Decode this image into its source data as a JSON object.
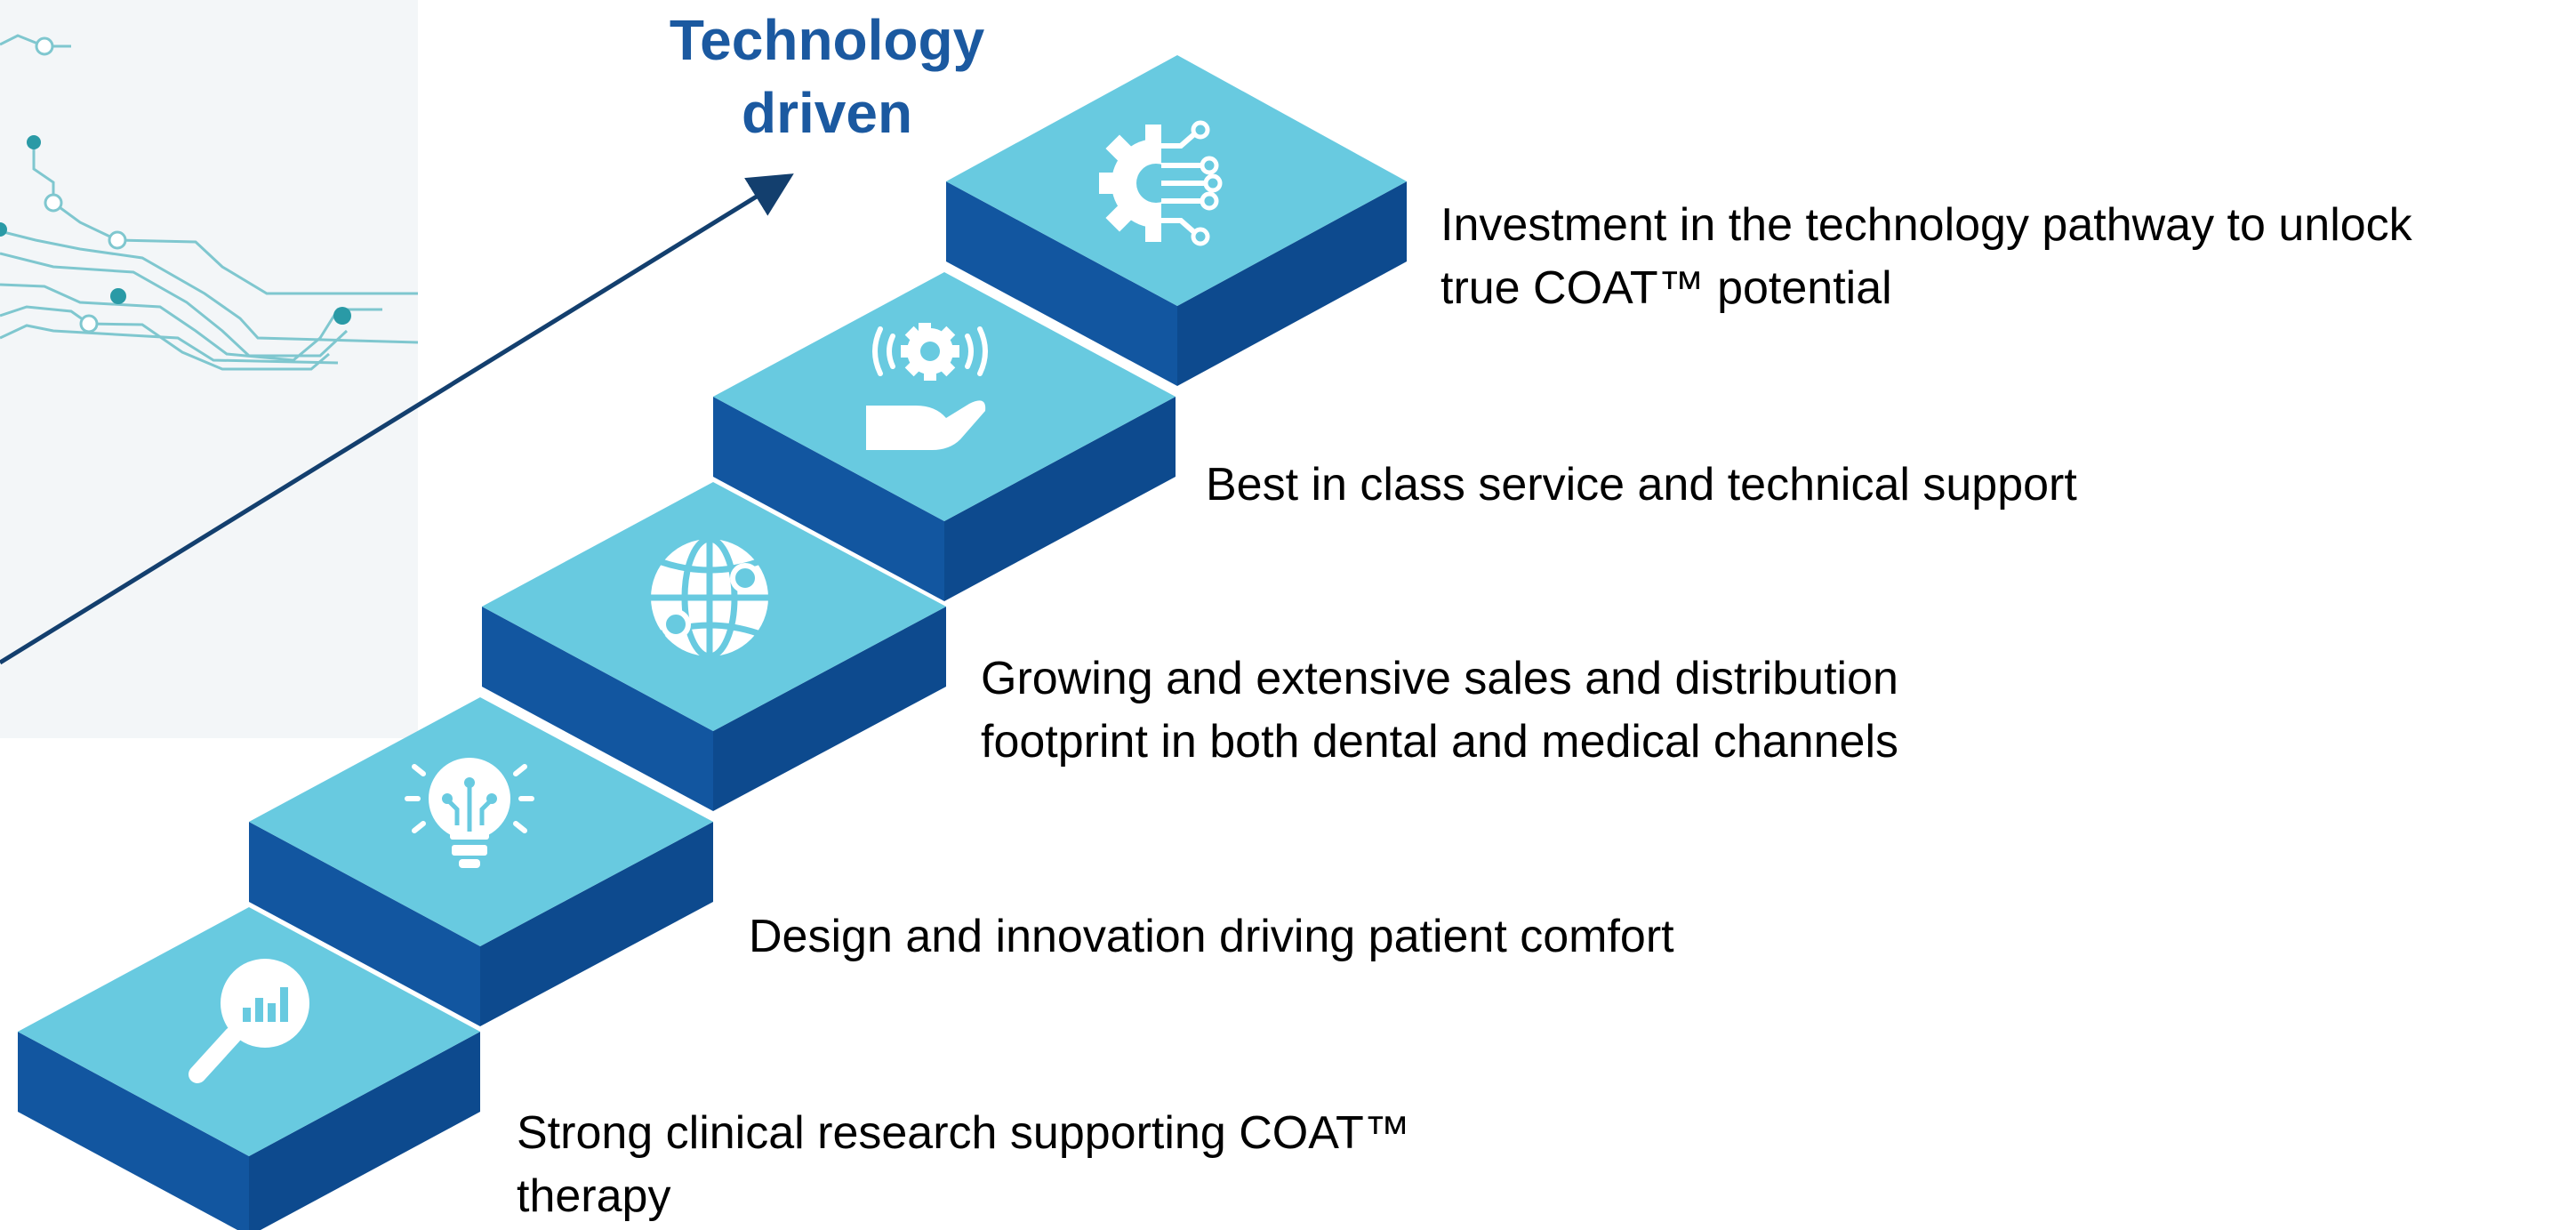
{
  "headline": "Technology\ndriven",
  "colors": {
    "step_top": "#68cae0",
    "step_front": "#1256a0",
    "step_side": "#0d4a8e",
    "arrow": "#133f6e",
    "headline": "#1b59a0",
    "circuit": "#7fc7cf",
    "circuit_node": "#2a9aa6"
  },
  "steps": [
    {
      "icon": "magnifier-chart-icon",
      "text": "Strong clinical research supporting COAT™\ntherapy"
    },
    {
      "icon": "lightbulb-circuit-icon",
      "text": "Design and innovation driving patient comfort"
    },
    {
      "icon": "globe-network-icon",
      "text": "Growing and extensive sales and distribution\nfootprint in both dental and medical channels"
    },
    {
      "icon": "hand-gear-icon",
      "text": "Best in class service and technical support"
    },
    {
      "icon": "gear-circuit-icon",
      "text": "Investment in the technology pathway to unlock\ntrue COAT™ potential"
    }
  ]
}
